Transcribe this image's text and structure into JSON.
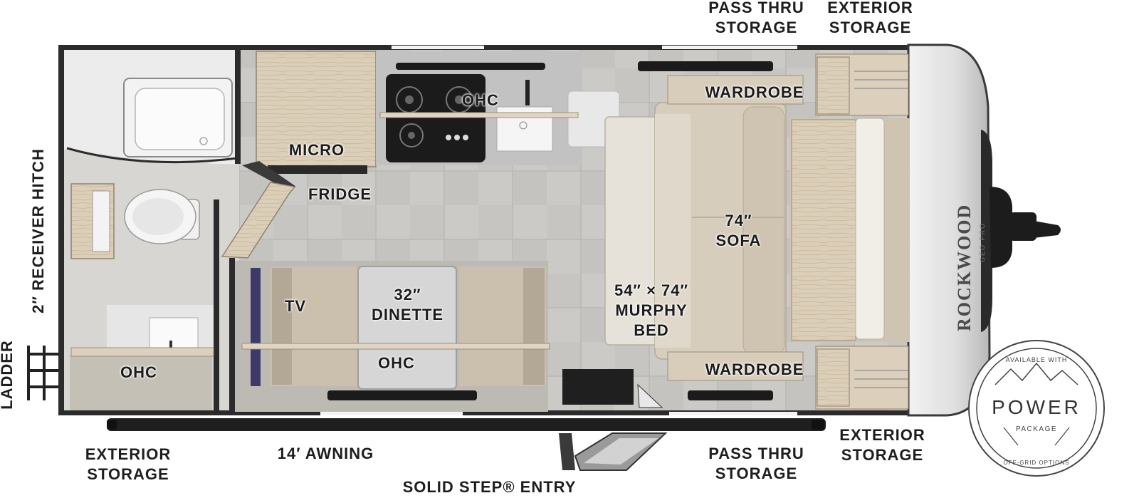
{
  "labels": {
    "pass_thru_storage_top": [
      "PASS THRU",
      "STORAGE"
    ],
    "exterior_storage_top": [
      "EXTERIOR",
      "STORAGE"
    ],
    "exterior_storage_bottom_left": [
      "EXTERIOR",
      "STORAGE"
    ],
    "awning": "14′ AWNING",
    "solid_step_entry": "SOLID STEP® ENTRY",
    "pass_thru_storage_bottom": [
      "PASS THRU",
      "STORAGE"
    ],
    "exterior_storage_bottom_right": [
      "EXTERIOR",
      "STORAGE"
    ],
    "receiver_hitch": "2″ RECEIVER HITCH",
    "ladder": "LADDER",
    "micro": "MICRO",
    "fridge": "FRIDGE",
    "ohc_kitchen": "OHC",
    "ohc_bath": "OHC",
    "ohc_dinette": "OHC",
    "tv": "TV",
    "dinette": [
      "32″",
      "DINETTE"
    ],
    "murphy_bed": [
      "54″ × 74″",
      "MURPHY",
      "BED"
    ],
    "sofa": [
      "74″",
      "SOFA"
    ],
    "wardrobe_top": "WARDROBE",
    "wardrobe_bottom": "WARDROBE"
  },
  "brand": {
    "name": "ROCKWOOD",
    "model": "GEO PRO"
  },
  "badge": {
    "top_text": "AVAILABLE WITH",
    "title": "POWER",
    "subtitle": "PACKAGE",
    "bottom_text": "OFF-GRID OPTIONS"
  },
  "colors": {
    "wall": "#2b2b2b",
    "floor": "#c9c8c5",
    "wood": "#d8cab5",
    "upholstery": "#d9d0c2",
    "counter": "#e4e4e4"
  }
}
